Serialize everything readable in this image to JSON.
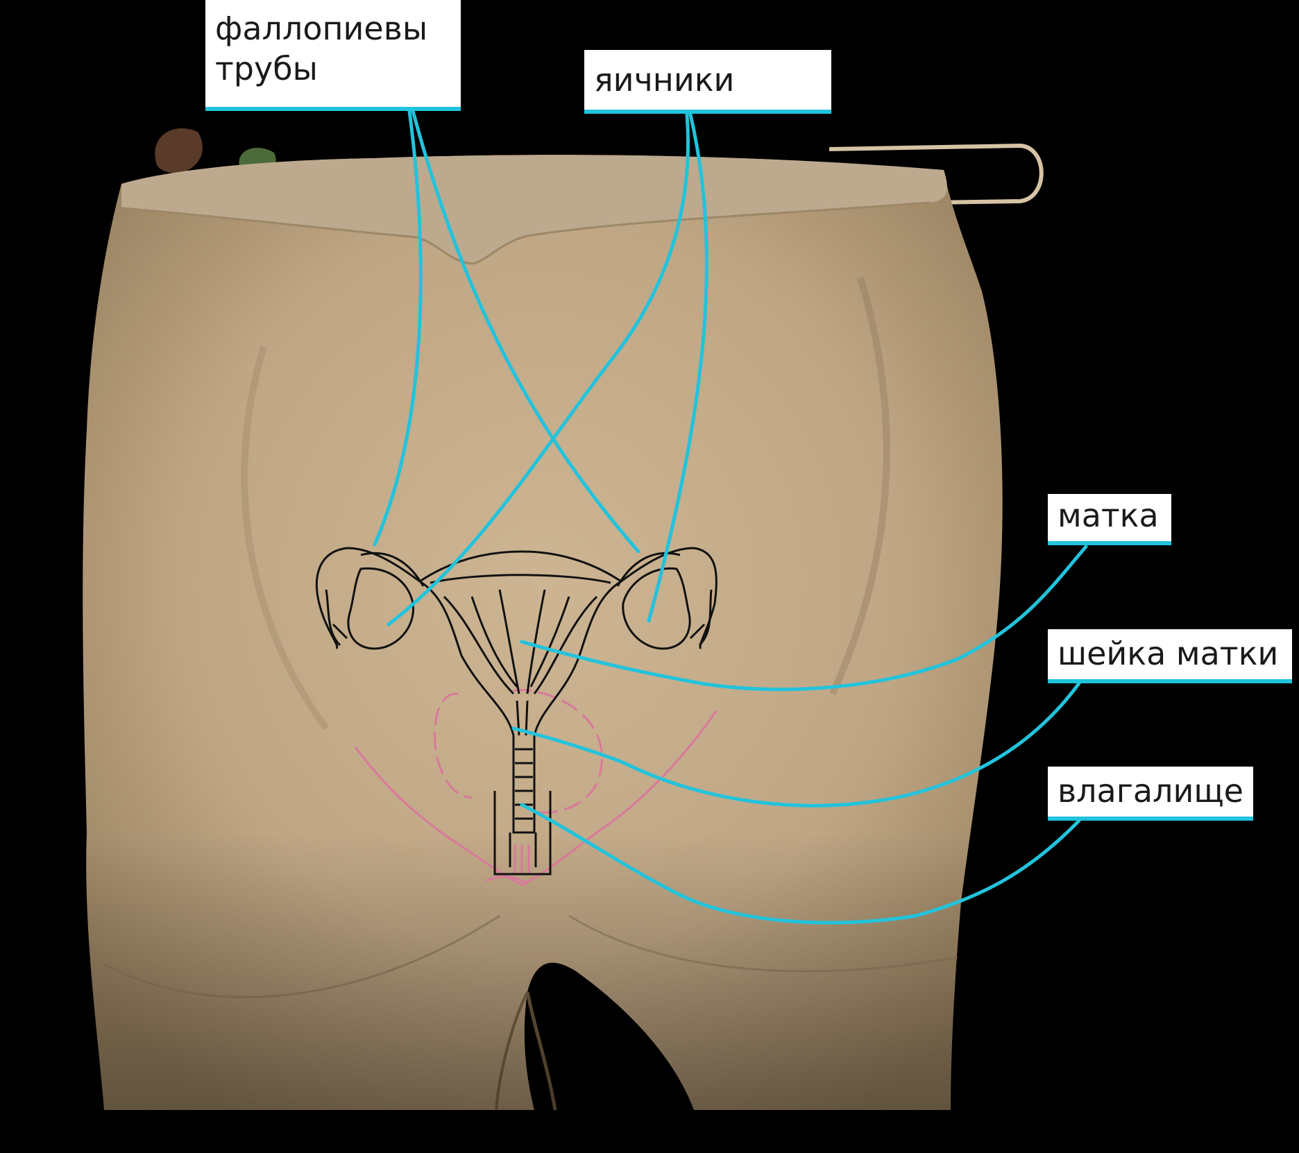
{
  "colors": {
    "background": "#000000",
    "skin": "#c5ad8b",
    "skin_shadow": "#8e7858",
    "skin_top": "#bca98e",
    "leader": "#22c3dc",
    "outline_pink": "#d9789c",
    "organ_ink": "#111111",
    "label_bg": "#ffffff",
    "label_text": "#1a1a1a"
  },
  "labels": {
    "fallopian_tubes": {
      "line1": "фаллопиевы",
      "line2": "трубы"
    },
    "ovaries": "яичники",
    "uterus": "матка",
    "cervix": "шейка матки",
    "vagina": "влагалище"
  },
  "icons": {
    "body": "torso-illustration",
    "organs": "female-reproductive-organs-drawing"
  }
}
